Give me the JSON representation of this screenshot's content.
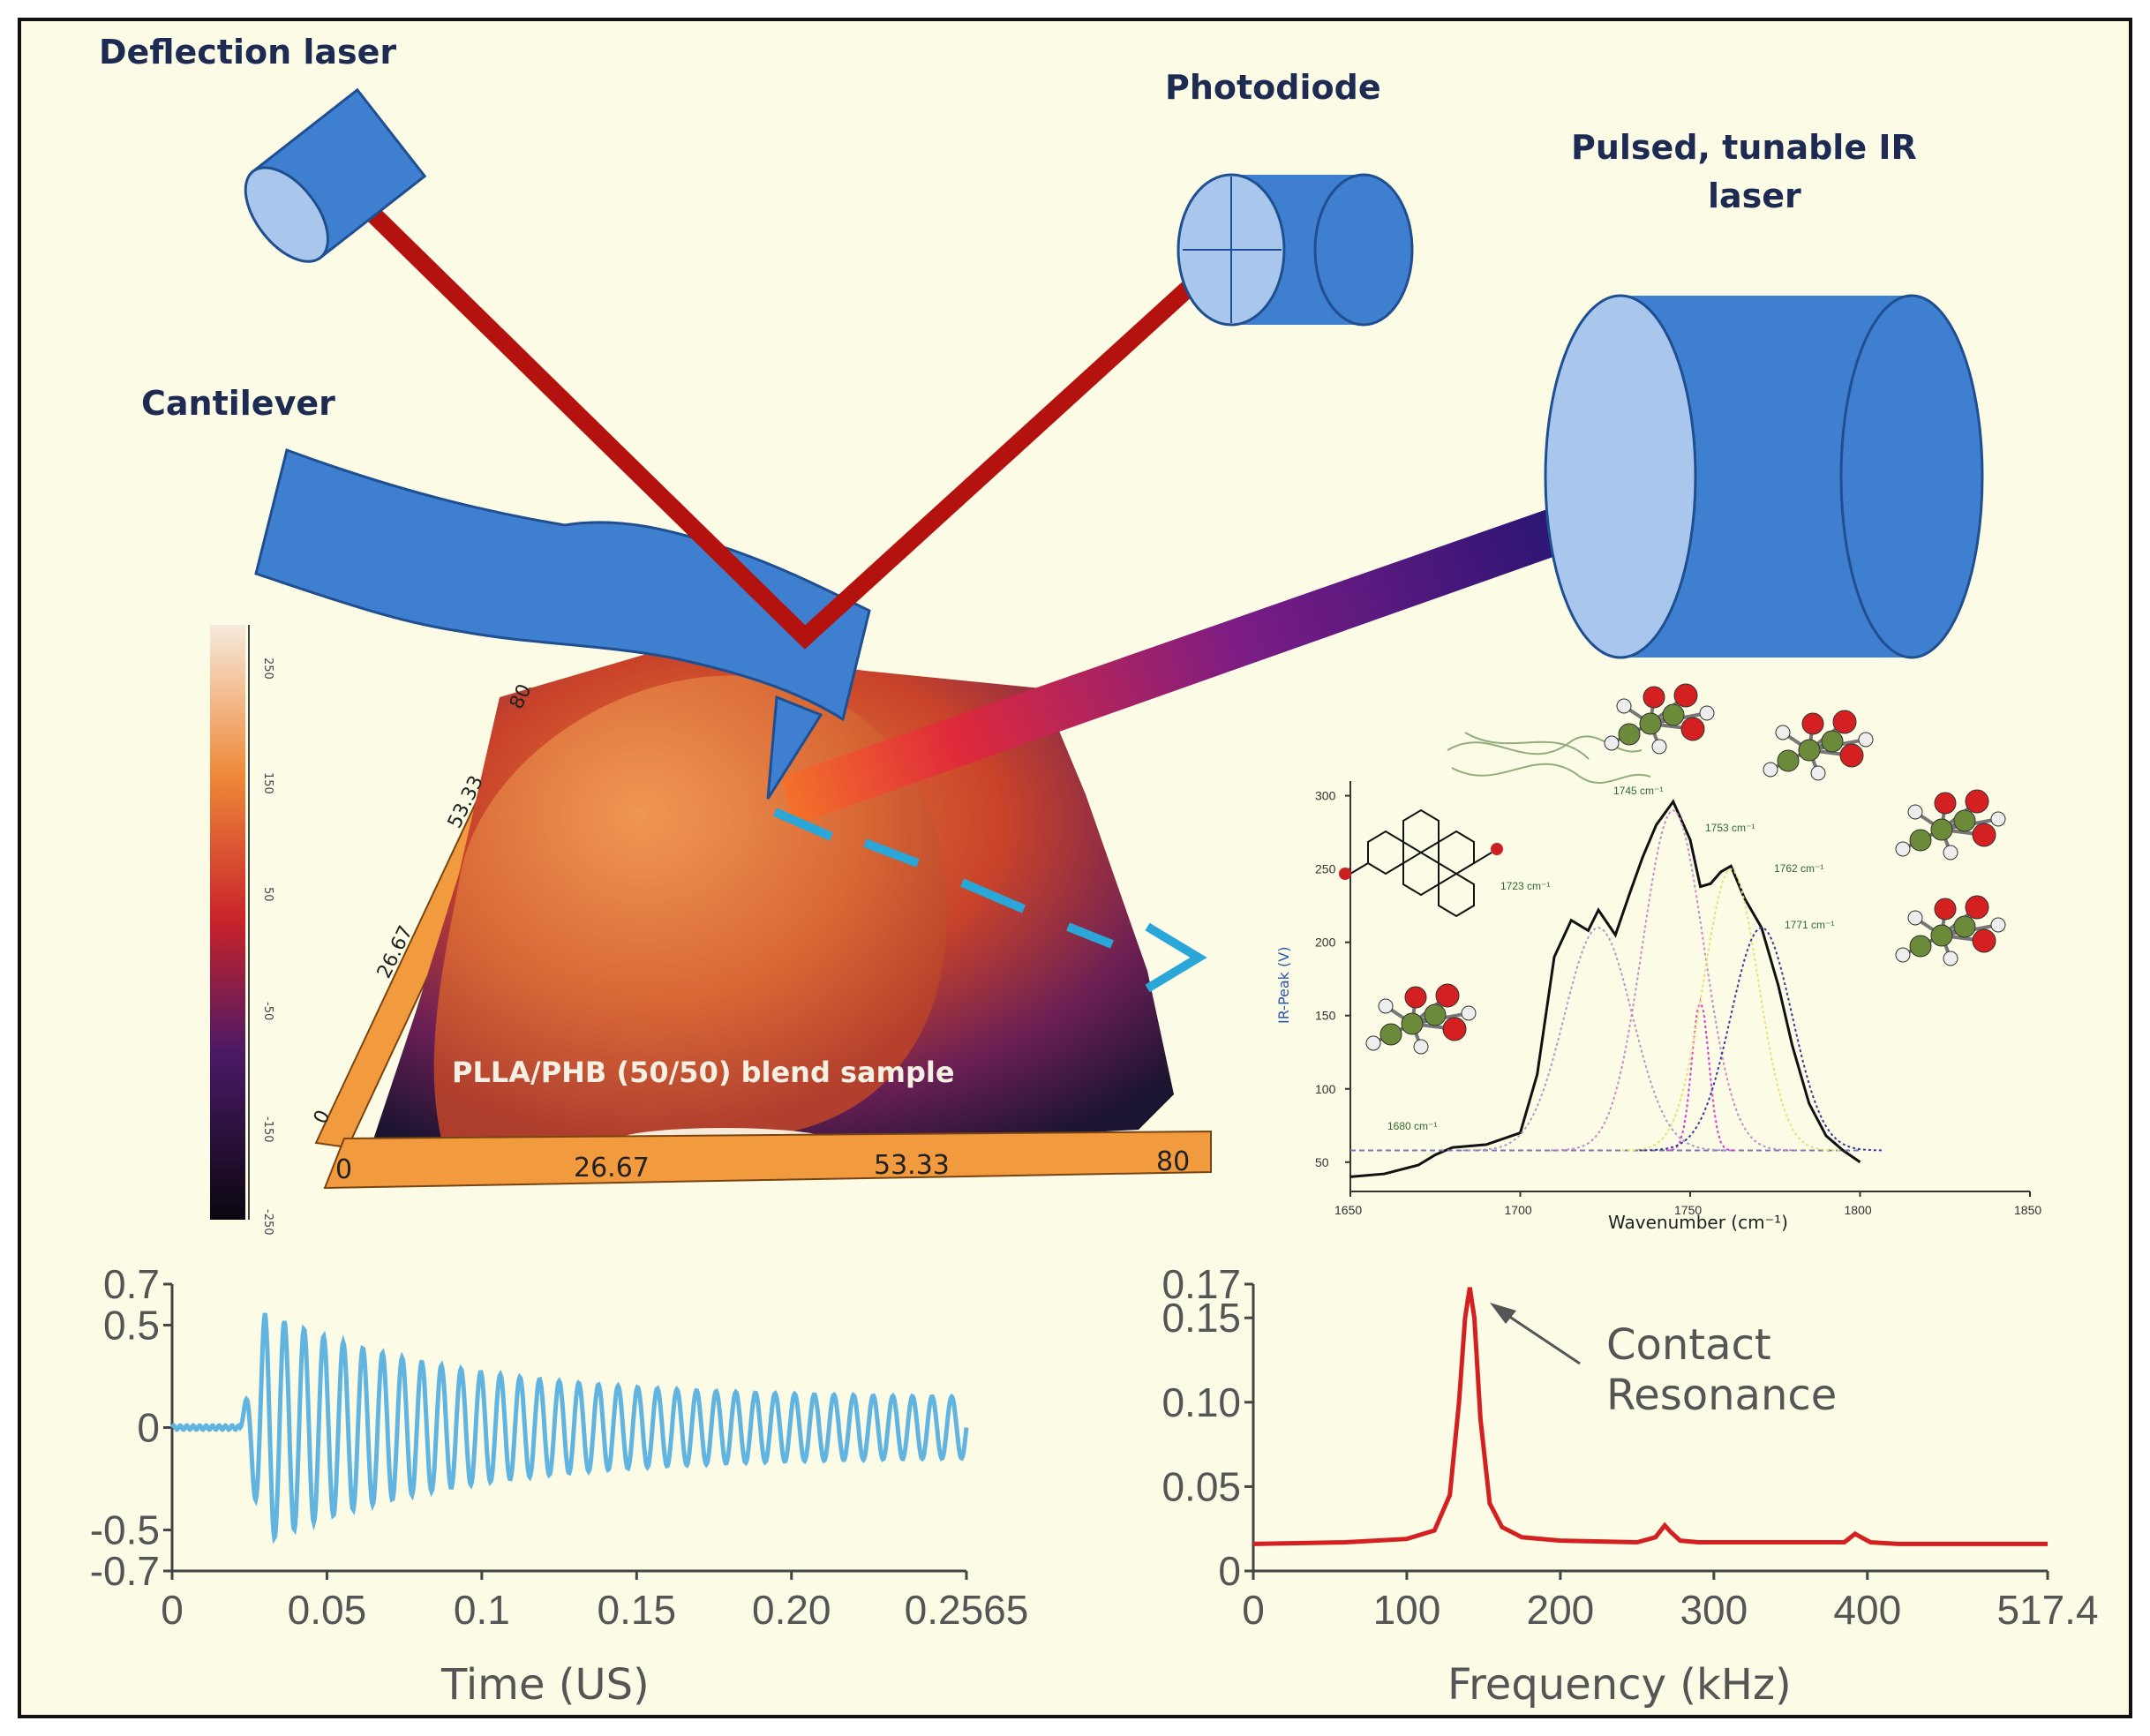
{
  "colors": {
    "background": "#fbfbe6",
    "device_blue": "#3f7fd0",
    "device_face": "#a9c6ec",
    "beam_red": "#b3120f",
    "trace_blue": "#62b4e0",
    "trace_red": "#d42020",
    "ir_curve": "#111111",
    "colorbar_top": "#f6eadc",
    "colorbar_bottom": "#0b0710",
    "frame_orange": "#f19a3e"
  },
  "labels": {
    "deflection_laser": "Deflection laser",
    "photodiode": "Photodiode",
    "ir_laser_line1": "Pulsed, tunable IR",
    "ir_laser_line2": "laser",
    "cantilever": "Cantilever",
    "sample": "PLLA/PHB (50/50) blend sample"
  },
  "afm_axis": {
    "bottom_ticks": [
      "0",
      "26.67",
      "53.33",
      "80"
    ],
    "left_ticks": [
      "0",
      "26.67",
      "53.33",
      "80"
    ]
  },
  "colorbar": {
    "ticks": [
      "250",
      "150",
      "50",
      "-50",
      "-150",
      "-250"
    ]
  },
  "icons": [
    "cantilever-icon",
    "laser-housing-icon",
    "photodiode-icon",
    "molecule-icon",
    "polymer-strand-icon"
  ],
  "chart_data": [
    {
      "type": "line",
      "xlabel": "Wavenumber (cm⁻¹)",
      "ylabel": "IR-Peak (V)",
      "xlim": [
        1650,
        1850
      ],
      "ylim": [
        30,
        310
      ],
      "xticks": [
        "1650",
        "1700",
        "1750",
        "1800",
        "1850"
      ],
      "yticks": [
        "50",
        "100",
        "150",
        "200",
        "250",
        "300"
      ],
      "series": [
        {
          "x": [
            1650,
            1660,
            1670,
            1675,
            1680,
            1690,
            1700,
            1705,
            1710,
            1715,
            1720,
            1723,
            1728,
            1732,
            1736,
            1740,
            1745,
            1750,
            1753,
            1756,
            1759,
            1762,
            1766,
            1771,
            1776,
            1780,
            1785,
            1790,
            1795,
            1800
          ],
          "y": [
            40,
            42,
            48,
            55,
            60,
            62,
            70,
            110,
            190,
            215,
            208,
            222,
            205,
            232,
            258,
            280,
            296,
            270,
            238,
            240,
            248,
            252,
            230,
            210,
            170,
            130,
            90,
            68,
            58,
            50
          ]
        }
      ],
      "annotations": [
        "1680 cm⁻¹",
        "1723 cm⁻¹",
        "1745 cm⁻¹",
        "1753 cm⁻¹",
        "1762 cm⁻¹",
        "1771 cm⁻¹"
      ]
    },
    {
      "type": "line",
      "xlabel": "Time (US)",
      "xlim": [
        0,
        0.2565
      ],
      "ylim": [
        -0.7,
        0.7
      ],
      "xticks": [
        "0",
        "0.05",
        "0.1",
        "0.15",
        "0.20",
        "0.2565"
      ],
      "yticks": [
        "0.7",
        "0.5",
        "0",
        "-0.5",
        "-0.7"
      ],
      "signal": {
        "start": 0.022,
        "amp_peak": 0.62,
        "amp_end": 0.14,
        "cycles": 37
      }
    },
    {
      "type": "line",
      "xlabel": "Frequency (kHz)",
      "xlim": [
        0,
        517.4
      ],
      "ylim": [
        0,
        0.17
      ],
      "xticks": [
        "0",
        "100",
        "200",
        "300",
        "400",
        "517.4"
      ],
      "yticks": [
        "0.17",
        "0.15",
        "0.10",
        "0.05",
        "0"
      ],
      "series": [
        {
          "x": [
            0,
            60,
            100,
            118,
            128,
            134,
            138,
            141,
            144,
            148,
            154,
            162,
            175,
            200,
            250,
            262,
            268,
            272,
            278,
            290,
            385,
            392,
            396,
            402,
            420,
            517.4
          ],
          "y": [
            0.016,
            0.017,
            0.019,
            0.024,
            0.045,
            0.1,
            0.15,
            0.168,
            0.15,
            0.09,
            0.04,
            0.026,
            0.02,
            0.018,
            0.017,
            0.02,
            0.027,
            0.023,
            0.018,
            0.017,
            0.017,
            0.022,
            0.02,
            0.017,
            0.016,
            0.016
          ]
        }
      ],
      "annotation": [
        "Contact",
        "Resonance"
      ]
    }
  ]
}
